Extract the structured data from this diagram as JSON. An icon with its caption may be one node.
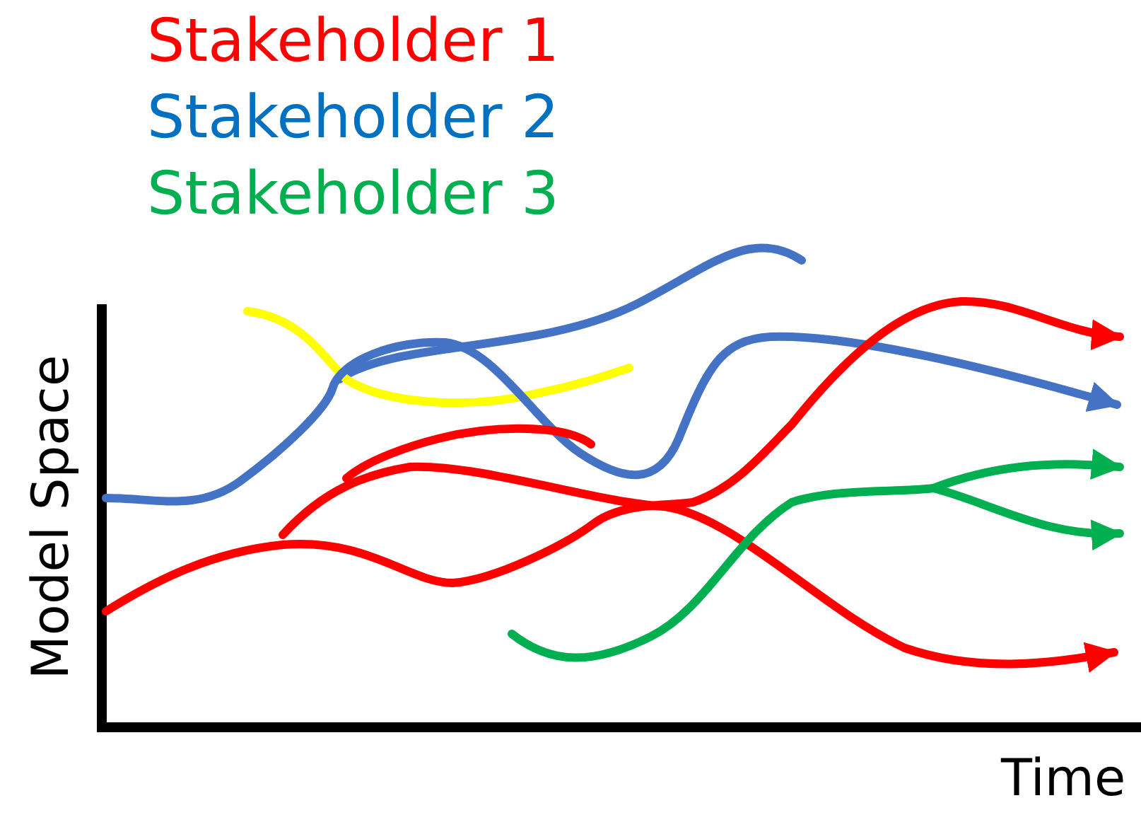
{
  "diagram": {
    "labels": [
      "Model Space",
      "Time"
    ],
    "legend": [
      {
        "text": "Stakeholder 1",
        "color": "#ff0000"
      },
      {
        "text": "Stakeholder 2",
        "color": "#0070c0"
      },
      {
        "text": "Stakeholder 3",
        "color": "#00b050"
      }
    ]
  }
}
